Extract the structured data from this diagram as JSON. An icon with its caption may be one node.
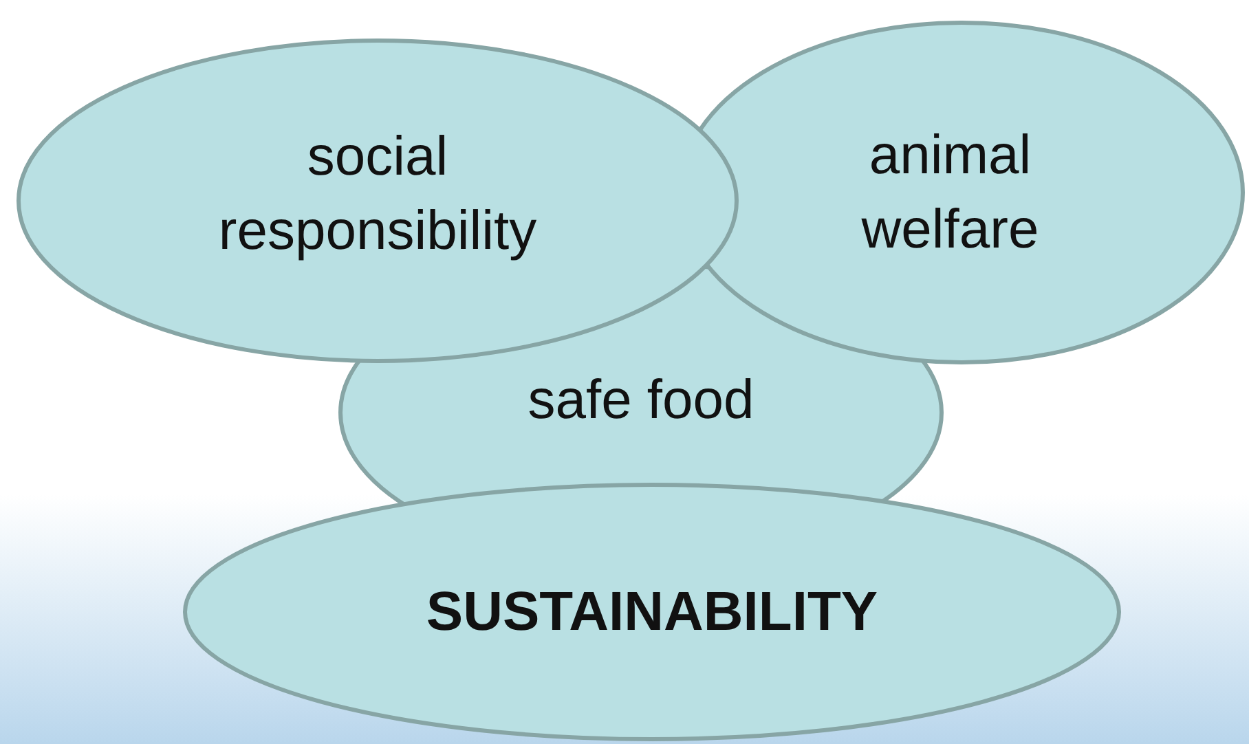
{
  "diagram": {
    "nodes": [
      {
        "text": [
          "social responsibility"
        ]
      },
      {
        "text": [
          "animal welfare"
        ]
      },
      {
        "text": [
          "safe food"
        ]
      },
      {
        "text": [
          "SUSTAINABILITY"
        ]
      }
    ],
    "edges": []
  }
}
